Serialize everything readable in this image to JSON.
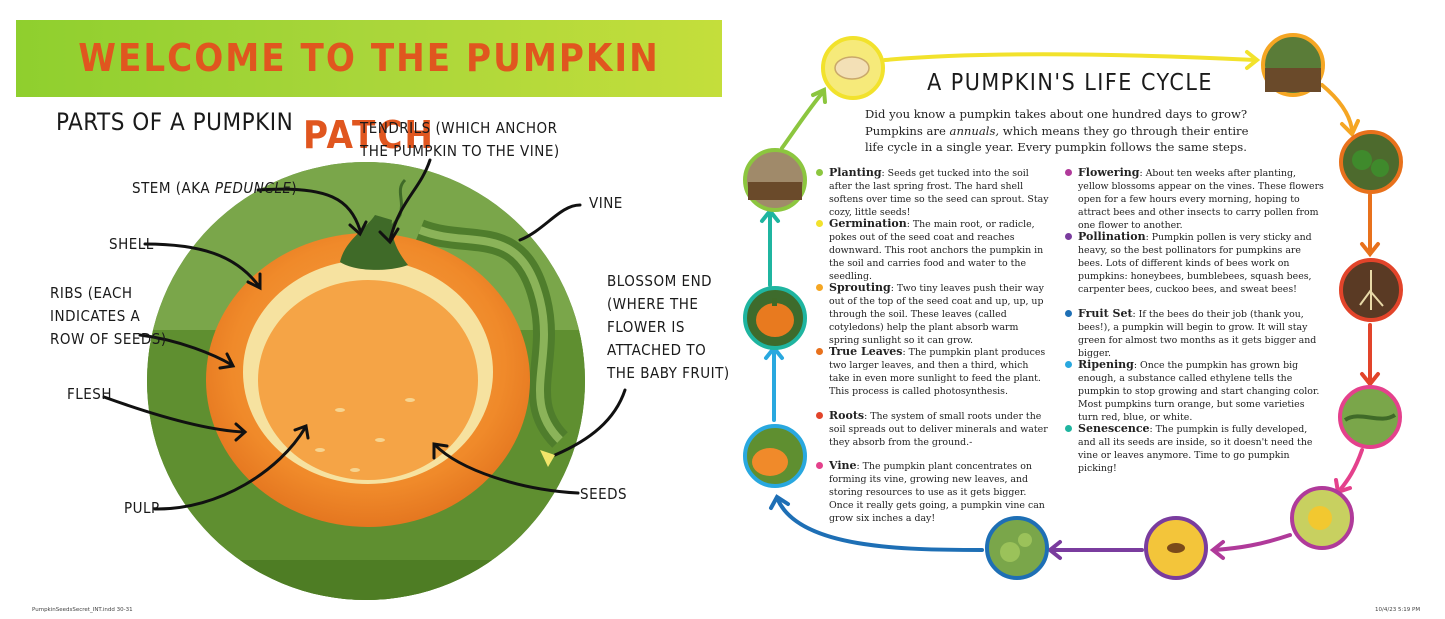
{
  "left_page": {
    "banner_title": "WELCOME TO THE PUMPKIN PATCH",
    "section_title": "PARTS OF A PUMPKIN",
    "labels": {
      "tendrils_line1": "TENDRILS (WHICH ANCHOR",
      "tendrils_line2": "THE PUMPKIN TO THE VINE)",
      "stem_prefix": "STEM (AKA ",
      "stem_italic": "PEDUNCLE",
      "stem_suffix": ")",
      "vine": "VINE",
      "shell": "SHELL",
      "ribs_line1": "RIBS (EACH",
      "ribs_line2": "INDICATES A",
      "ribs_line3": "ROW OF SEEDS)",
      "blossom_line1": "BLOSSOM END",
      "blossom_line2": "(WHERE THE",
      "blossom_line3": "FLOWER IS",
      "blossom_line4": "ATTACHED TO",
      "blossom_line5": "THE BABY FRUIT)",
      "flesh": "FLESH",
      "pulp": "PULP",
      "seeds": "SEEDS"
    }
  },
  "right_page": {
    "title": "A PUMPKIN'S LIFE CYCLE",
    "intro": {
      "part1": "Did you know a pumpkin takes about one hundred days to grow? Pumpkins are ",
      "italic": "annuals,",
      "part2": " which means they go through their entire life cycle in a single year. Every pumpkin follows the same steps."
    },
    "stages_left": [
      {
        "name": "Planting",
        "text": ": Seeds get tucked into the soil after the last spring frost. The hard shell softens over time so the seed can sprout. Stay cozy, little seeds!",
        "color": "#8cc63f"
      },
      {
        "name": "Germination",
        "text": ": The main root, or radicle, pokes out of the seed coat and reaches downward. This root anchors the pumpkin in the soil and carries food and water to the seedling.",
        "color": "#f2e22c"
      },
      {
        "name": "Sprouting",
        "text": ": Two tiny leaves push their way out of the top of the seed coat and up, up, up through the soil. These leaves (called cotyledons) help the plant absorb warm spring sunlight so it can grow.",
        "color": "#f5a623"
      },
      {
        "name": "True Leaves",
        "text": ": The pumpkin plant produces two larger leaves, and then a third, which take in even more sunlight to feed the plant. This process is called photosynthesis.",
        "color": "#e8711c"
      },
      {
        "name": "Roots",
        "text": ": The system of small roots under the soil spreads out to deliver minerals and water they absorb from the ground.-",
        "color": "#e2442a"
      },
      {
        "name": "Vine",
        "text": ": The pumpkin plant concentrates on forming its vine, growing new leaves, and storing resources to use as it gets bigger. Once it really gets going, a pumpkin vine can grow six inches a day!",
        "color": "#e4418c"
      }
    ],
    "stages_right": [
      {
        "name": "Flowering",
        "text": ": About ten weeks after planting, yellow blossoms appear on the vines. These flowers open for a few hours every morning, hoping to attract bees and other insects to carry pollen from one flower to another.",
        "color": "#b03a9a"
      },
      {
        "name": "Pollination",
        "text": ": Pumpkin pollen is very sticky and heavy, so the best pollinators for pumpkins are bees. Lots of different kinds of bees work on pumpkins: honeybees, bumblebees, squash bees, carpenter bees, cuckoo bees, and sweat bees!",
        "color": "#7a3c9e"
      },
      {
        "name": "Fruit Set",
        "text": ": If the bees do their job (thank you, bees!), a pumpkin will begin to grow. It will stay green for almost two months as it gets bigger and bigger.",
        "color": "#1e6fb5"
      },
      {
        "name": "Ripening",
        "text": ": Once the pumpkin has grown big enough, a substance called ethylene tells the pumpkin to stop growing and start changing color. Most pumpkins turn orange, but some varieties turn red, blue, or white.",
        "color": "#29a8df"
      },
      {
        "name": "Senescence",
        "text": ": The pumpkin is fully developed, and all its seeds are inside, so it doesn't need the vine or leaves anymore. Time to go pumpkin picking!",
        "color": "#1fb5a0"
      }
    ]
  },
  "footer": {
    "left": "PumpkinSeedsSecret_INT.indd   30-31",
    "right": "10/4/23   5:19 PM"
  }
}
